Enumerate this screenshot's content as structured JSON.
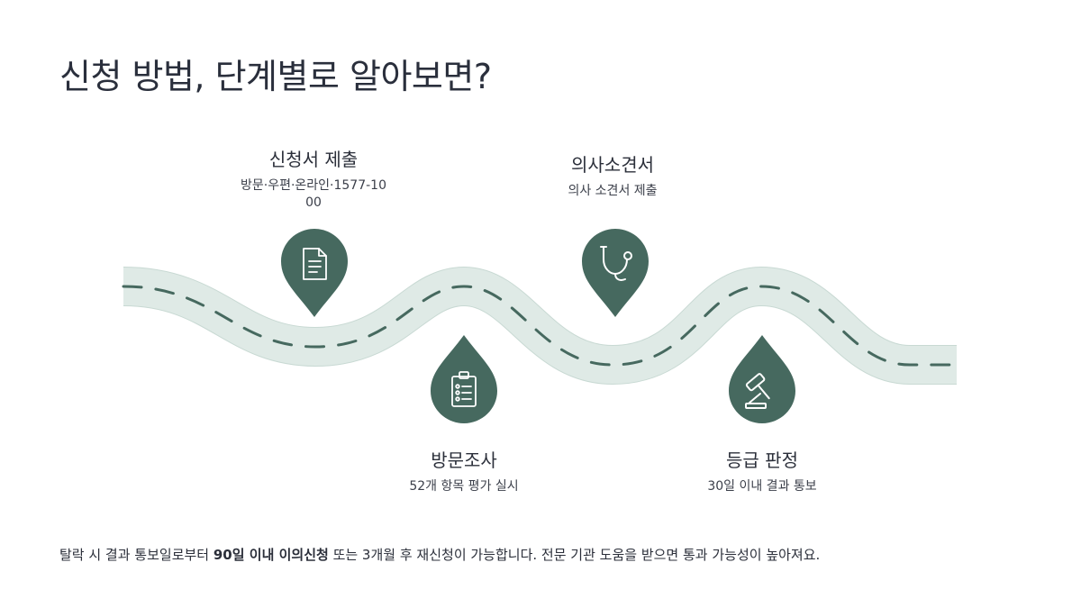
{
  "title": "신청 방법, 단계별로 알아보면?",
  "steps": [
    {
      "title": "신청서 제출",
      "desc": "방문·우편·온라인·1577-1000",
      "icon": "document-icon"
    },
    {
      "title": "방문조사",
      "desc": "52개 항목 평가 실시",
      "icon": "clipboard-icon"
    },
    {
      "title": "의사소견서",
      "desc": "의사 소견서 제출",
      "icon": "stethoscope-icon"
    },
    {
      "title": "등급 판정",
      "desc": "30일 이내 결과 통보",
      "icon": "gavel-icon"
    }
  ],
  "footer": {
    "before": "탈락 시 결과 통보일로부터 ",
    "bold": "90일 이내 이의신청",
    "after": " 또는 3개월 후 재신청이 가능합니다. 전문 기관 도움을 받으면 통과 가능성이 높아져요."
  },
  "colors": {
    "pin": "#46695f",
    "road": "#dfeae6",
    "road_edge": "#c8d9d3",
    "dash": "#46695f",
    "icon_stroke": "#ffffff"
  }
}
